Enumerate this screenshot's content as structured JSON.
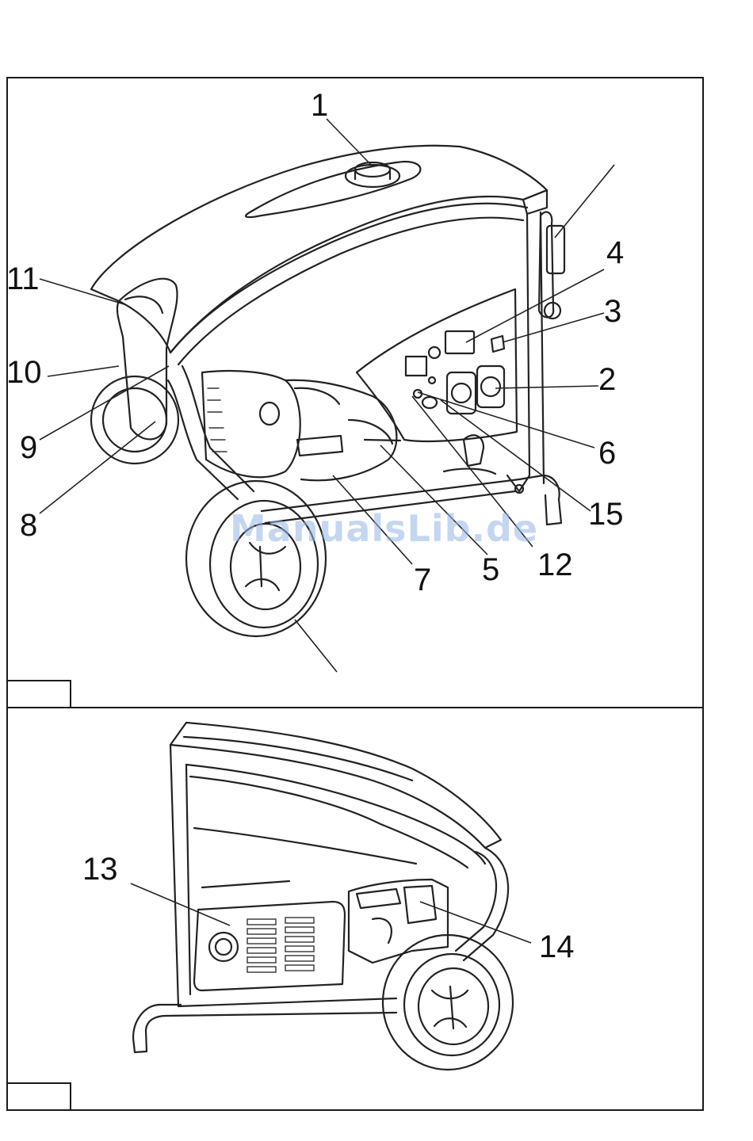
{
  "watermark": "ManualsLib.de",
  "callouts_top": [
    "1",
    "2",
    "3",
    "4",
    "5",
    "6",
    "7",
    "8",
    "9",
    "10",
    "11",
    "12",
    "15"
  ],
  "callouts_bottom": [
    "13",
    "14"
  ]
}
